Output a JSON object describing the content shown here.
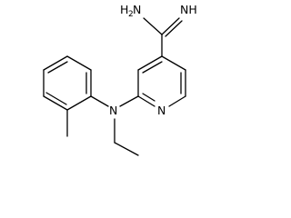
{
  "molecule": {
    "labels": {
      "amine_n": "N",
      "amine_h2": "H",
      "amine_sub": "2",
      "imine_nh": "NH",
      "pyridine_n": "N",
      "tertiary_n": "N"
    },
    "colors": {
      "bond": "#000000",
      "text": "#000000",
      "background": "#ffffff"
    }
  }
}
